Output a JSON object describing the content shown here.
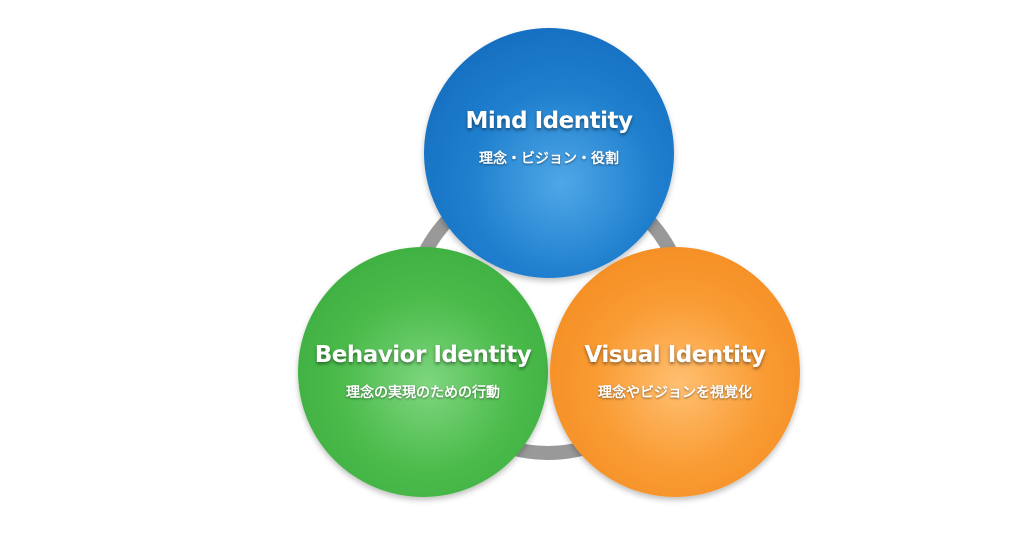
{
  "diagram": {
    "ring_color": "#999999",
    "circles": [
      {
        "id": "mind",
        "title": "Mind Identity",
        "subtitle": "理念・ビジョン・役割",
        "color": "#1f7fce"
      },
      {
        "id": "behavior",
        "title": "Behavior Identity",
        "subtitle": "理念の実現のための行動",
        "color": "#4cbc4c"
      },
      {
        "id": "visual",
        "title": "Visual Identity",
        "subtitle": "理念やビジョンを視覚化",
        "color": "#f99b33"
      }
    ]
  }
}
